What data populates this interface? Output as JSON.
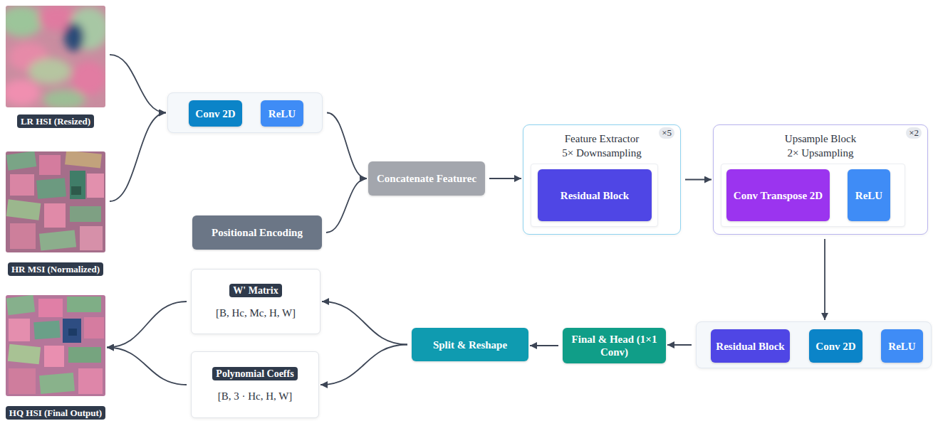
{
  "diagram": {
    "nodes": [
      {
        "text": [
          "LR HSI (Resized)"
        ]
      },
      {
        "text": [
          "HR MSI (Normalized)"
        ]
      },
      {
        "text": []
      },
      {
        "text": [
          "Conv 2D"
        ],
        "in": 2
      },
      {
        "text": [
          "ReLU"
        ],
        "in": 2
      },
      {
        "text": [
          "Positional Encoding"
        ]
      },
      {
        "text": [
          "Concatenate Featurec"
        ]
      },
      {
        "text": [
          "Feature Extractor",
          "5× Downsampling",
          "×5"
        ]
      },
      {
        "text": [
          "Residual Block"
        ],
        "in": 7
      },
      {
        "text": [
          "Upsample Block",
          "2× Upsampling",
          "×2"
        ]
      },
      {
        "text": [
          "Conv Transpose 2D"
        ],
        "in": 9
      },
      {
        "text": [
          "ReLU"
        ],
        "in": 9
      },
      {
        "text": []
      },
      {
        "text": [
          "Residual Block"
        ],
        "in": 12
      },
      {
        "text": [
          "Conv 2D"
        ],
        "in": 12
      },
      {
        "text": [
          "ReLU"
        ],
        "in": 12
      },
      {
        "text": [
          "Final & Head (1×1 Conv)"
        ]
      },
      {
        "text": [
          "Split & Reshape"
        ]
      },
      {
        "text": [
          "W' Matrix",
          "[B, Hc, Mc, H, W]"
        ]
      },
      {
        "text": [
          "Polynomial Coeffs",
          "[B, 3 · Hc, H, W]"
        ]
      },
      {
        "text": [
          "HQ HSI (Final Output)"
        ]
      }
    ],
    "edges": [
      {
        "from": 0,
        "to": 2,
        "arrow": "to"
      },
      {
        "from": 1,
        "to": 2,
        "arrow": "to"
      },
      {
        "from": 3,
        "to": 4,
        "arrow": "to"
      },
      {
        "from": 2,
        "to": 6,
        "arrow": "to"
      },
      {
        "from": 5,
        "to": 6,
        "arrow": "to"
      },
      {
        "from": 6,
        "to": 7,
        "arrow": "to"
      },
      {
        "from": 7,
        "to": 9,
        "arrow": "to"
      },
      {
        "from": 10,
        "to": 11,
        "arrow": "to"
      },
      {
        "from": 9,
        "to": 12,
        "arrow": "to"
      },
      {
        "from": 13,
        "to": 14,
        "arrow": "to"
      },
      {
        "from": 14,
        "to": 15,
        "arrow": "to"
      },
      {
        "from": 12,
        "to": 16,
        "arrow": "to"
      },
      {
        "from": 16,
        "to": 17,
        "arrow": "to"
      },
      {
        "from": 17,
        "to": 18,
        "arrow": "to"
      },
      {
        "from": 17,
        "to": 19,
        "arrow": "to"
      },
      {
        "from": 18,
        "to": 20,
        "arrow": "to"
      },
      {
        "from": 19,
        "to": 20,
        "arrow": "to"
      }
    ]
  }
}
